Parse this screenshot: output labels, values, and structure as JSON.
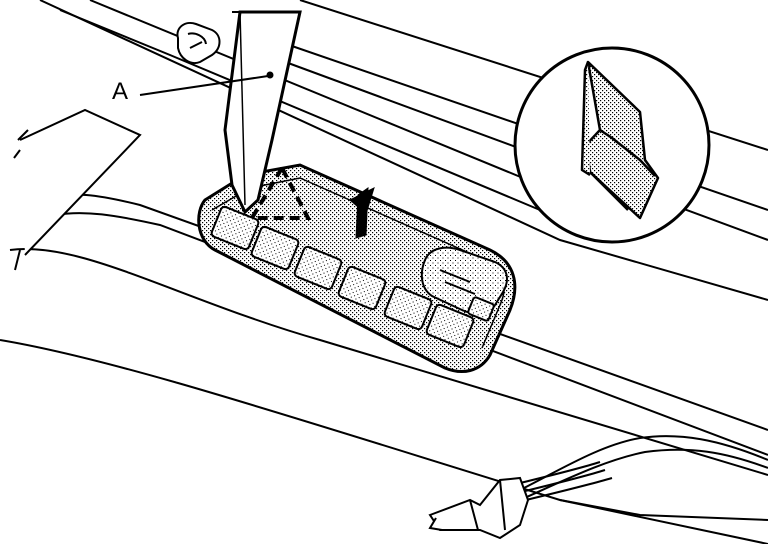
{
  "diagram": {
    "callouts": [
      {
        "label": "A",
        "target": "pry-tool"
      }
    ],
    "colors": {
      "line": "#000000",
      "background": "#ffffff",
      "stipple": "#000000"
    },
    "elements": [
      "trim-panel",
      "pry-tool",
      "switch-assembly",
      "release-tab-triangle",
      "press-direction-arrow",
      "detail-magnifier-circle",
      "retaining-clip-detail",
      "wiring-harness",
      "harness-connector",
      "panel-clip"
    ]
  }
}
